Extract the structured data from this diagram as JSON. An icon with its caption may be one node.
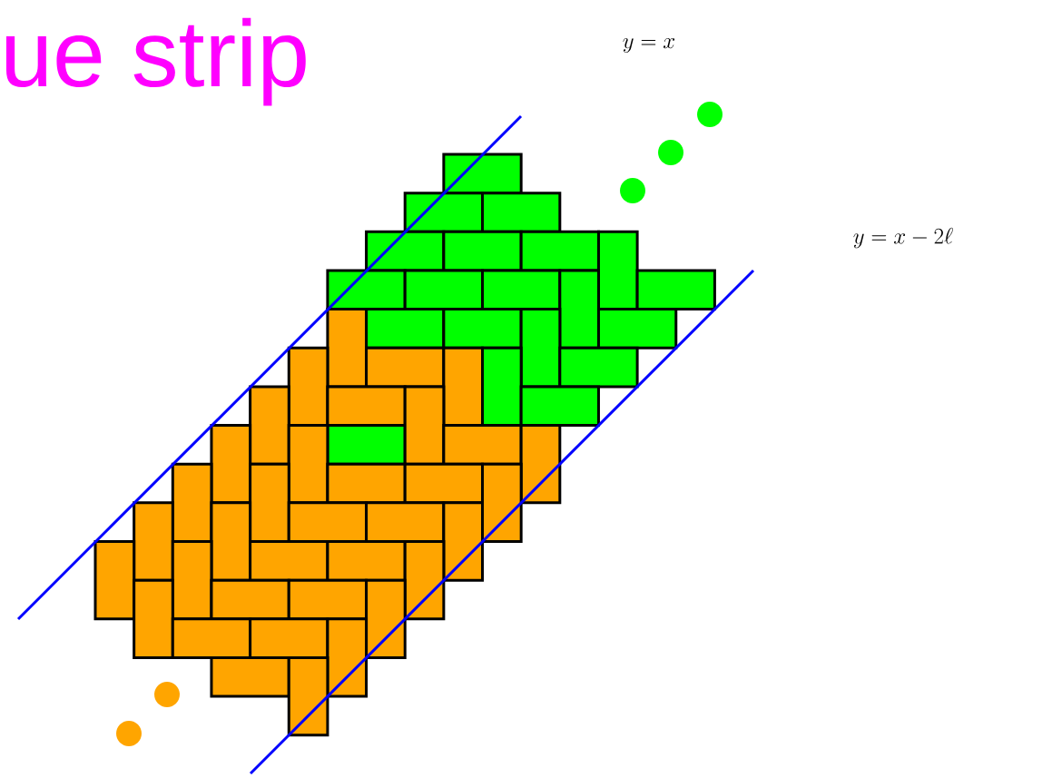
{
  "diagram": {
    "title": "ue strip",
    "labels": [
      "y = x",
      "y = x - 2\\ell"
    ]
  }
}
